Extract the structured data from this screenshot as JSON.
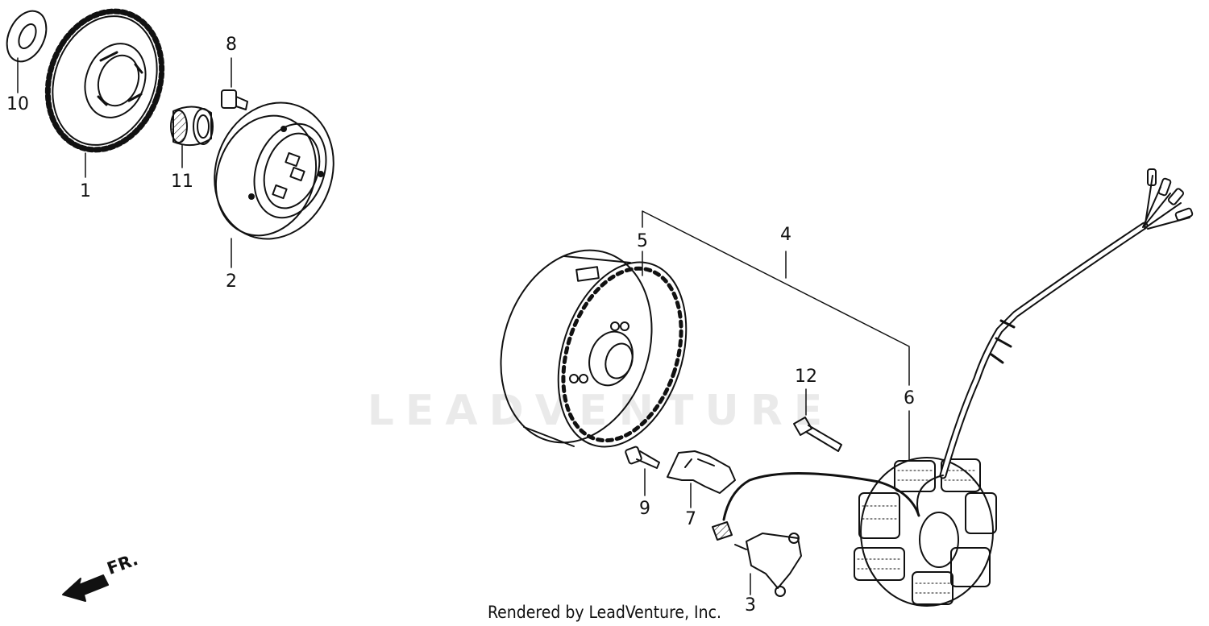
{
  "diagram": {
    "watermark": "LEADVENTURE",
    "credit": "Rendered by LeadVenture, Inc.",
    "direction_label": "FR.",
    "callouts": [
      {
        "id": "1",
        "label": "1"
      },
      {
        "id": "2",
        "label": "2"
      },
      {
        "id": "3",
        "label": "3"
      },
      {
        "id": "4",
        "label": "4"
      },
      {
        "id": "5",
        "label": "5"
      },
      {
        "id": "6",
        "label": "6"
      },
      {
        "id": "7",
        "label": "7"
      },
      {
        "id": "8",
        "label": "8"
      },
      {
        "id": "9",
        "label": "9"
      },
      {
        "id": "10",
        "label": "10"
      },
      {
        "id": "11",
        "label": "11"
      },
      {
        "id": "12",
        "label": "12"
      }
    ]
  }
}
